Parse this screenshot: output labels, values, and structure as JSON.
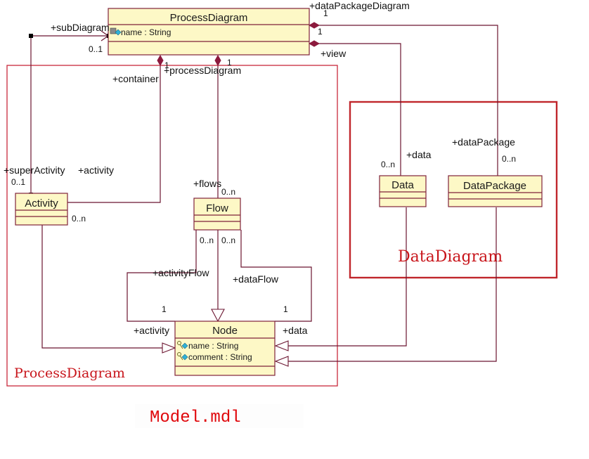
{
  "diagram": {
    "type": "uml-class-diagram",
    "file_label": "Model.mdl",
    "frames": {
      "process": {
        "label": "ProcessDiagram",
        "color": "#c8283c"
      },
      "data": {
        "label": "DataDiagram",
        "color": "#c0262c"
      }
    },
    "classes": {
      "process_diagram": {
        "name": "ProcessDiagram",
        "attributes": [
          "name : String"
        ]
      },
      "activity": {
        "name": "Activity",
        "attributes": []
      },
      "flow": {
        "name": "Flow",
        "attributes": []
      },
      "node": {
        "name": "Node",
        "attributes": [
          "name : String",
          "comment : String"
        ]
      },
      "data": {
        "name": "Data",
        "attributes": []
      },
      "data_package": {
        "name": "DataPackage",
        "attributes": []
      }
    },
    "associations": {
      "sub_diagram": {
        "role": "+subDiagram",
        "mult": "0..1"
      },
      "super_activity": {
        "role": "+superActivity",
        "mult": "0..1"
      },
      "container": {
        "role": "+container",
        "mult": "1"
      },
      "activity_of_container": {
        "role": "+activity",
        "mult": "0..n"
      },
      "process_diagram": {
        "role": "+processDiagram",
        "mult": "1"
      },
      "flows": {
        "role": "+flows",
        "mult": "0..n"
      },
      "view": {
        "role": "+view",
        "mult": "1"
      },
      "data_of_view": {
        "role": "+data",
        "mult": "0..n"
      },
      "data_package_diagram": {
        "role": "+dataPackageDiagram",
        "mult": "1"
      },
      "data_package": {
        "role": "+dataPackage",
        "mult": "0..n"
      },
      "activity_flow": {
        "role": "+activityFlow",
        "mult_flow": "0..n",
        "mult_node": "1"
      },
      "data_flow": {
        "role": "+dataFlow",
        "mult_flow": "0..n",
        "mult_node": "1"
      },
      "node_activity": {
        "role": "+activity"
      },
      "node_data": {
        "role": "+data"
      }
    },
    "colors": {
      "class_fill": "#fdf8c6",
      "line": "#6b1530",
      "composition_diamond": "#8c1a3d",
      "frame_label": "#c8151b"
    }
  }
}
